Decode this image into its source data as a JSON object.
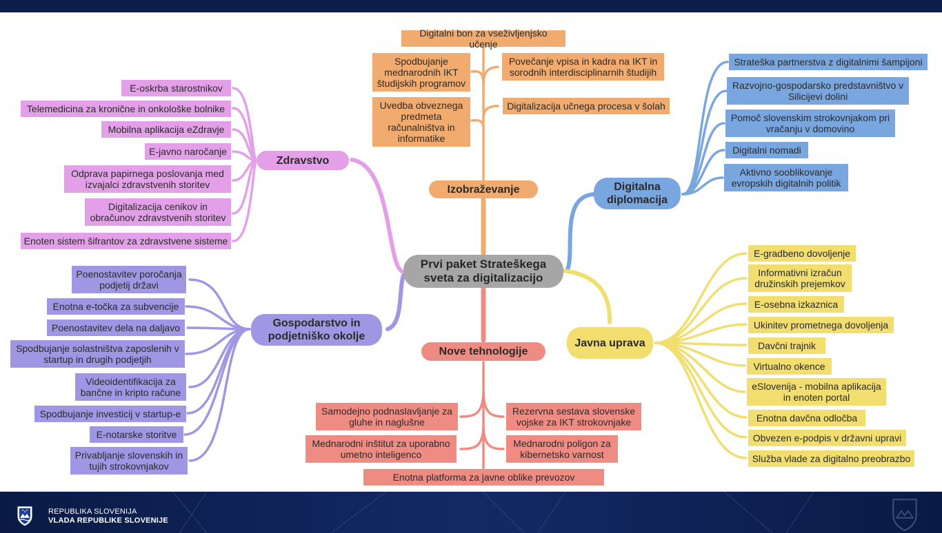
{
  "center": "Prvi paket Strateškega sveta za digitalizacijo",
  "colors": {
    "zdravstvo": "#e3a0e8",
    "gospodarstvo": "#9f97e3",
    "izobrazevanje": "#f1ab6e",
    "diplomacija": "#7aa6e0",
    "uprava": "#f1de6f",
    "tehnologije": "#ee8c84",
    "center": "#a6a6a6"
  },
  "branches": {
    "zdravstvo": {
      "title": "Zdravstvo",
      "items": [
        "E-oskrba starostnikov",
        "Telemedicina za kronične in onkološke bolnike",
        "Mobilna aplikacija eZdravje",
        "E-javno naročanje",
        "Odprava papirnega poslovanja med izvajalci zdravstvenih storitev",
        "Digitalizacija cenikov in obračunov zdravstvenih storitev",
        "Enoten sistem šifrantov za zdravstvene sisteme"
      ]
    },
    "gospodarstvo": {
      "title": "Gospodarstvo in podjetniško okolje",
      "items": [
        "Poenostavitev poročanja podjetij državi",
        "Enotna e-točka za subvencije",
        "Poenostavitev dela na daljavo",
        "Spodbujanje solastništva zaposlenih v startup in drugih podjetjih",
        "Videoidentifikacija za bančne in kripto račune",
        "Spodbujanje investicij v startup-e",
        "E-notarske storitve",
        "Privabljanje slovenskih in tujih strokovnjakov"
      ]
    },
    "izobrazevanje": {
      "title": "Izobraževanje",
      "items": [
        "Digitalni bon za vseživljenjsko učenje",
        "Spodbujanje mednarodnih IKT študijskih programov",
        "Povečanje vpisa in kadra na IKT in sorodnih interdisciplinarnih študijih",
        "Uvedba obveznega predmeta računalništva in informatike",
        "Digitalizacija učnega procesa v šolah"
      ]
    },
    "diplomacija": {
      "title": "Digitalna diplomacija",
      "items": [
        "Strateška partnerstva z digitalnimi šampijoni",
        "Razvojno-gospodarsko predstavništvo v Silicijevi dolini",
        "Pomoč slovenskim strokovnjakom pri vračanju v domovino",
        "Digitalni nomadi",
        "Aktivno sooblikovanje evropskih digitalnih politik"
      ]
    },
    "uprava": {
      "title": "Javna uprava",
      "items": [
        "E-gradbeno dovoljenje",
        "Informativni izračun družinskih prejemkov",
        "E-osebna izkaznica",
        "Ukinitev prometnega dovoljenja",
        "Davčni trajnik",
        "Virtualno okence",
        "eSlovenija - mobilna aplikacija in enoten portal",
        "Enotna davčna odločba",
        "Obvezen e-podpis v državni upravi",
        "Služba vlade za digitalno preobrazbo"
      ]
    },
    "tehnologije": {
      "title": "Nove tehnologije",
      "items": [
        "Samodejno podnaslavljanje za gluhe in naglušne",
        "Rezervna sestava slovenske vojske za IKT strokovnjake",
        "Mednarodni inštitut za uporabno umetno inteligenco",
        "Mednarodni poligon za kibernetsko varnost",
        "Enotna platforma za javne oblike prevozov"
      ]
    }
  },
  "footer": {
    "line1": "REPUBLIKA SLOVENIJA",
    "line2": "VLADA REPUBLIKE SLOVENIJE"
  }
}
